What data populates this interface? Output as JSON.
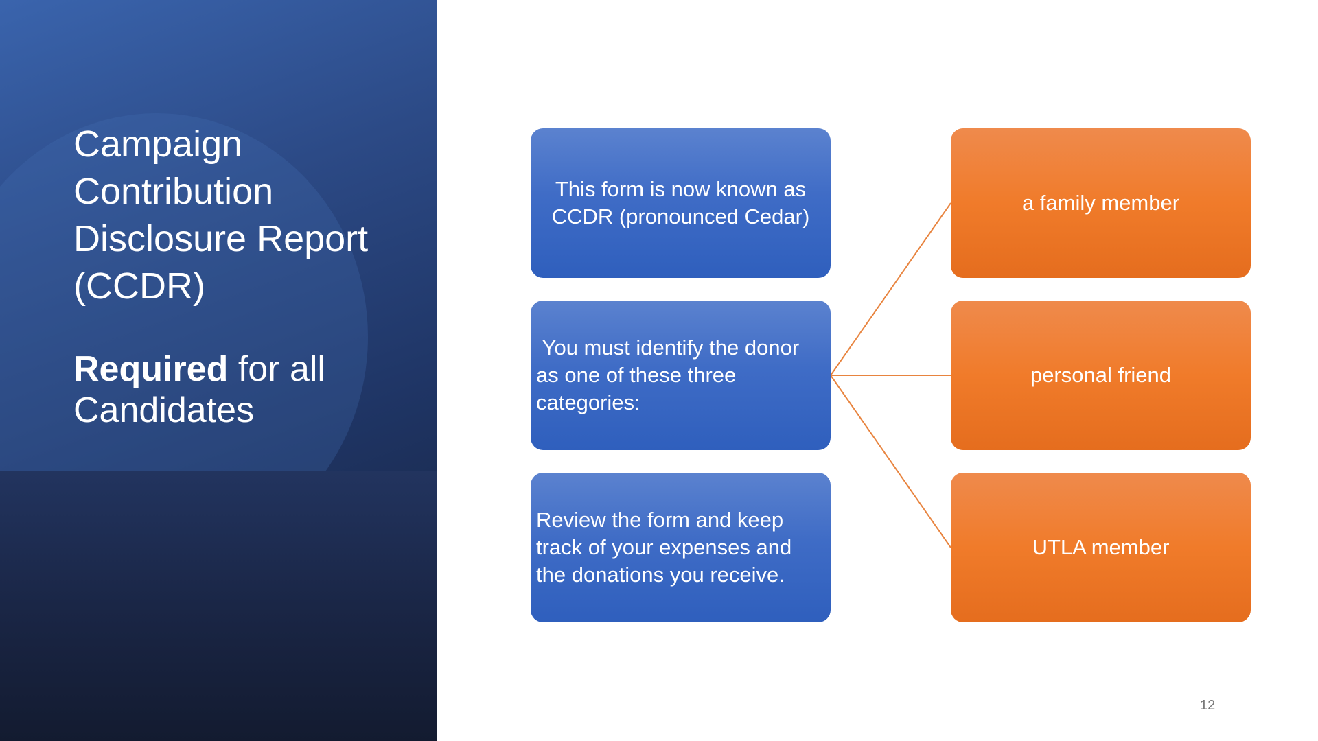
{
  "left_panel": {
    "title": "Campaign Contribution Disclosure Report (CCDR)",
    "subtitle_bold": "Required",
    "subtitle_rest": " for all Candidates"
  },
  "diagram": {
    "left_boxes": [
      {
        "text": "This form is now known as CCDR (pronounced Cedar)"
      },
      {
        "text": " You must identify the donor as one of these three categories:"
      },
      {
        "text": "Review the form and keep track of your expenses and the donations you receive."
      }
    ],
    "right_boxes": [
      {
        "text": "a family member"
      },
      {
        "text": "personal friend"
      },
      {
        "text": "UTLA member"
      }
    ],
    "colors": {
      "blue": "#3f6cc6",
      "orange": "#f07b2a",
      "connector": "#e8843f"
    }
  },
  "page_number": "12"
}
